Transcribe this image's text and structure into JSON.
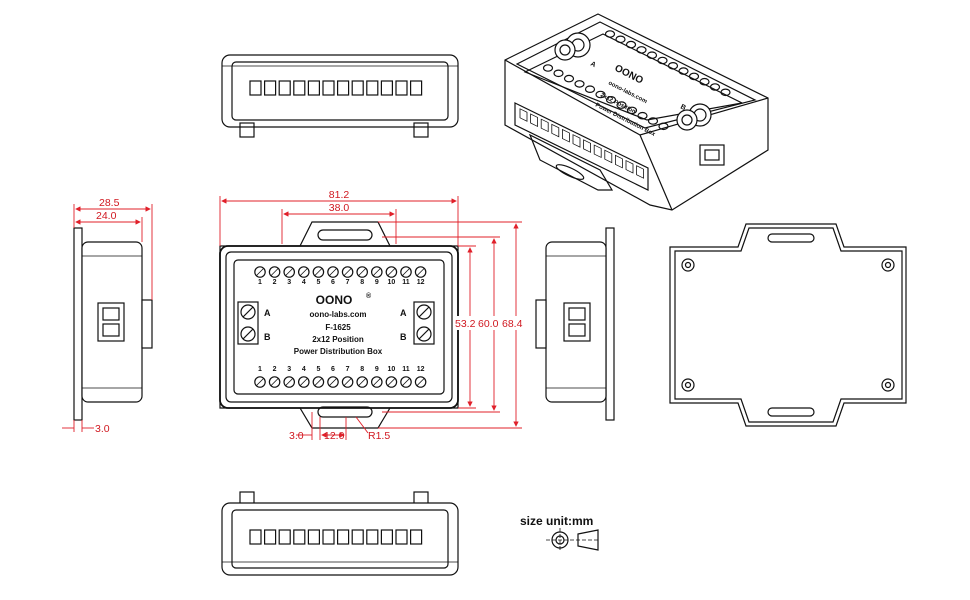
{
  "product": {
    "brand": "OONO",
    "brand_mark": "®",
    "url": "oono-labs.com",
    "model": "F-1625",
    "subtitle": "2x12 Position",
    "name": "Power Distribution Box",
    "terminal_a": "A",
    "terminal_b": "B",
    "position_numbers": [
      "1",
      "2",
      "3",
      "4",
      "5",
      "6",
      "7",
      "8",
      "9",
      "10",
      "11",
      "12"
    ]
  },
  "dimensions": {
    "overall_width": "81.2",
    "slot_spacing": "38.0",
    "height_body": "53.2",
    "height_mid": "60.0",
    "height_total": "68.4",
    "side_depth_total": "28.5",
    "side_depth_body": "24.0",
    "flange_thickness": "3.0",
    "slot_offset": "3.0",
    "slot_width": "12.0",
    "slot_radius": "R1.5"
  },
  "legend": {
    "size_unit": "size unit:mm"
  },
  "colors": {
    "dimension_lines": "#e0202a",
    "outline": "#111111"
  }
}
